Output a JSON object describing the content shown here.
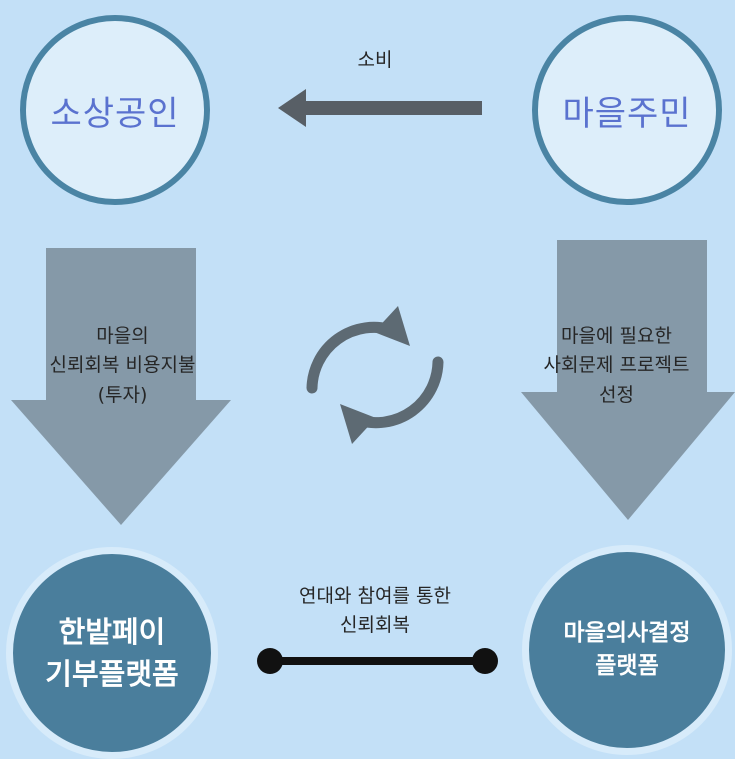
{
  "nodes": {
    "merchants": "소상공인",
    "residents": "마을주민",
    "donation_platform": "한밭페이\n기부플랫폼",
    "decision_platform": "마을의사결정\n플랫폼"
  },
  "edges": {
    "consumption": "소비",
    "trust_payment": "마을의\n신뢰회복 비용지불\n(투자)",
    "project_selection": "마을에 필요한\n사회문제 프로젝트\n선정",
    "solidarity": "연대와 참여를 통한\n신뢰회복"
  },
  "icons": [
    "left-arrow-icon",
    "down-arrow-icon",
    "refresh-cycle-icon",
    "connector-line-icon"
  ],
  "colors": {
    "background": "#c3e0f7",
    "top_circle_fill": "#ddeefa",
    "top_circle_border": "#4a84a4",
    "top_circle_text": "#5a72cf",
    "bottom_circle_fill": "#4a7e9c",
    "arrow_gray": "#8599a8",
    "cycle_icon": "#5d6a73"
  }
}
